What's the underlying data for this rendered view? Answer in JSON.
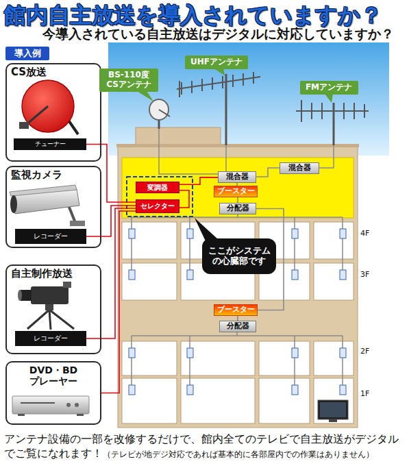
{
  "diagram": {
    "title": "館内自主放送を導入されていますか？",
    "caption": "アンテナ設備の一部を改修するだけで、館内全てのテレビで自主放送がデジタルでご覧になれます！",
    "nodes": [
      {
        "text": [
          "導入例"
        ]
      },
      {
        "text": [
          "CS放送"
        ]
      },
      {
        "text": [
          "チューナー"
        ],
        "in": 1
      },
      {
        "text": [
          "BS-110度 CSアンテナ"
        ]
      },
      {
        "text": [
          "UHFアンテナ"
        ]
      },
      {
        "text": [
          "FMアンテナ"
        ]
      },
      {
        "text": [
          "混合器"
        ]
      },
      {
        "text": [
          "混合器"
        ]
      },
      {
        "text": [
          "変調器"
        ]
      },
      {
        "text": [
          "ブースター"
        ]
      },
      {
        "text": [
          "セレクター"
        ]
      },
      {
        "text": [
          "分配器"
        ]
      },
      {
        "text": [
          "監視カメラ"
        ]
      },
      {
        "text": [
          "レコーダー"
        ],
        "in": 12
      },
      {
        "text": [
          "ここがシステムの心臓部です"
        ]
      },
      {
        "text": [
          "自主制作放送"
        ]
      },
      {
        "text": [
          "レコーダー"
        ],
        "in": 15
      },
      {
        "text": [
          "ブースター"
        ]
      },
      {
        "text": [
          "分配器"
        ]
      },
      {
        "text": [
          "DVD・BD プレーヤー"
        ]
      }
    ],
    "edges": [
      {
        "from": 2,
        "to": 10,
        "arrow": "none"
      },
      {
        "from": 13,
        "to": 10,
        "arrow": "none"
      },
      {
        "from": 16,
        "to": 10,
        "arrow": "none"
      },
      {
        "from": 19,
        "to": 10,
        "arrow": "none"
      },
      {
        "from": 10,
        "to": 8,
        "arrow": "none"
      },
      {
        "from": 8,
        "to": 7,
        "arrow": "none"
      },
      {
        "from": 6,
        "to": 7,
        "arrow": "none"
      },
      {
        "from": 7,
        "to": 9,
        "arrow": "none"
      },
      {
        "from": 9,
        "to": 11,
        "arrow": "none"
      },
      {
        "from": 11,
        "to": 17,
        "arrow": "none"
      },
      {
        "from": 17,
        "to": 18,
        "arrow": "none"
      }
    ],
    "labels": [
      "今導入されている自主放送はデジタルに対応していますか？",
      "4F",
      "3F",
      "2F",
      "1F",
      "（テレビが地デジ対応であれば基本的に各部屋内での作業はありません）"
    ]
  }
}
